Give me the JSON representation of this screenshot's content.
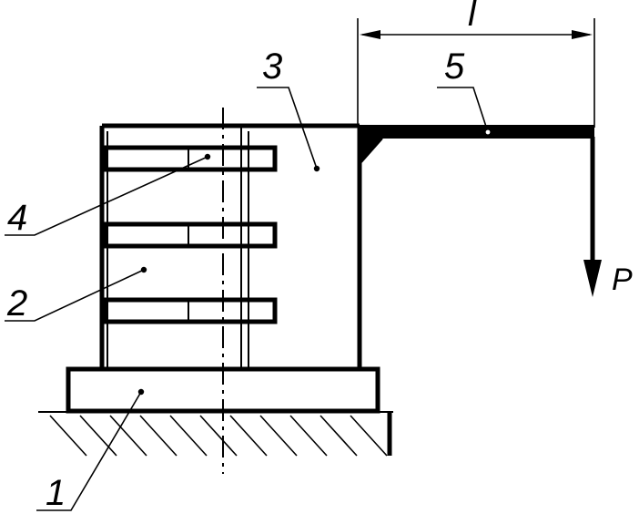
{
  "labels": {
    "part_1": "1",
    "part_2": "2",
    "part_3": "3",
    "part_4": "4",
    "part_5": "5",
    "length": "l",
    "force": "P"
  },
  "colors": {
    "line": "#000000",
    "background": "#ffffff"
  }
}
